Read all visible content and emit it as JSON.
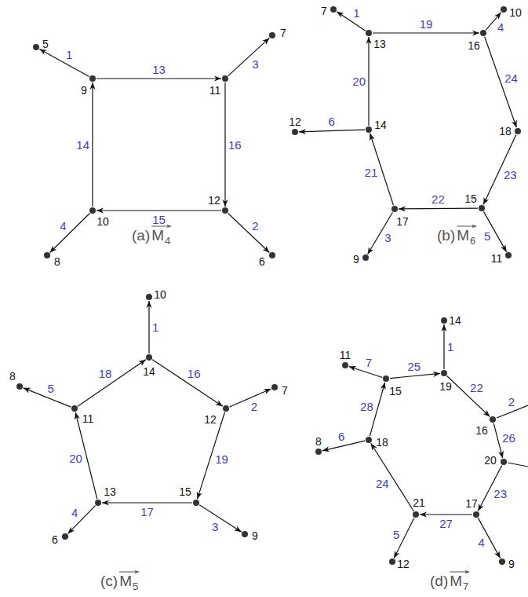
{
  "diagram": {
    "nodes": [
      {
        "text": [
          "5"
        ]
      },
      {
        "text": [
          "9"
        ]
      },
      {
        "text": [
          "11"
        ]
      },
      {
        "text": [
          "7"
        ]
      },
      {
        "text": [
          "10"
        ]
      },
      {
        "text": [
          "12"
        ]
      },
      {
        "text": [
          "8"
        ]
      },
      {
        "text": [
          "6"
        ]
      },
      {
        "text": [
          "7"
        ]
      },
      {
        "text": [
          "13"
        ]
      },
      {
        "text": [
          "16"
        ]
      },
      {
        "text": [
          "10"
        ]
      },
      {
        "text": [
          "12"
        ]
      },
      {
        "text": [
          "14"
        ]
      },
      {
        "text": [
          "18"
        ]
      },
      {
        "text": [
          "17"
        ]
      },
      {
        "text": [
          "15"
        ]
      },
      {
        "text": [
          "9"
        ]
      },
      {
        "text": [
          "11"
        ]
      },
      {
        "text": [
          "10"
        ]
      },
      {
        "text": [
          "8"
        ]
      },
      {
        "text": [
          "14"
        ]
      },
      {
        "text": [
          "11"
        ]
      },
      {
        "text": [
          "12"
        ]
      },
      {
        "text": [
          "7"
        ]
      },
      {
        "text": [
          "13"
        ]
      },
      {
        "text": [
          "15"
        ]
      },
      {
        "text": [
          "6"
        ]
      },
      {
        "text": [
          "9"
        ]
      },
      {
        "text": [
          "14"
        ]
      },
      {
        "text": [
          "11"
        ]
      },
      {
        "text": [
          "19"
        ]
      },
      {
        "text": [
          "15"
        ]
      },
      {
        "text": [
          "16"
        ]
      },
      {
        "text": [
          "8"
        ]
      },
      {
        "text": [
          "18"
        ]
      },
      {
        "text": [
          "20"
        ]
      },
      {
        "text": [
          "21"
        ]
      },
      {
        "text": [
          "17"
        ]
      },
      {
        "text": [
          "12"
        ]
      },
      {
        "text": [
          "9"
        ]
      }
    ],
    "edges": [
      {
        "from": 1,
        "to": 0,
        "arrow": "to",
        "label": "1"
      },
      {
        "from": 1,
        "to": 2,
        "arrow": "to",
        "label": "13"
      },
      {
        "from": 2,
        "to": 3,
        "arrow": "to",
        "label": "3"
      },
      {
        "from": 2,
        "to": 5,
        "arrow": "to",
        "label": "16"
      },
      {
        "from": 5,
        "to": 4,
        "arrow": "to",
        "label": "15"
      },
      {
        "from": 4,
        "to": 1,
        "arrow": "to",
        "label": "14"
      },
      {
        "from": 4,
        "to": 6,
        "arrow": "to",
        "label": "4"
      },
      {
        "from": 5,
        "to": 7,
        "arrow": "to",
        "label": "2"
      },
      {
        "from": 9,
        "to": 8,
        "arrow": "to",
        "label": "1"
      },
      {
        "from": 9,
        "to": 10,
        "arrow": "to",
        "label": "19"
      },
      {
        "from": 10,
        "to": 11,
        "arrow": "to",
        "label": "4"
      },
      {
        "from": 10,
        "to": 14,
        "arrow": "to",
        "label": "24"
      },
      {
        "from": 14,
        "to": 16,
        "arrow": "to",
        "label": "23"
      },
      {
        "from": 16,
        "to": 15,
        "arrow": "to",
        "label": "22"
      },
      {
        "from": 15,
        "to": 13,
        "arrow": "to",
        "label": "21"
      },
      {
        "from": 13,
        "to": 9,
        "arrow": "to",
        "label": "20"
      },
      {
        "from": 13,
        "to": 12,
        "arrow": "to",
        "label": "6"
      },
      {
        "from": 15,
        "to": 17,
        "arrow": "to",
        "label": "3"
      },
      {
        "from": 16,
        "to": 18,
        "arrow": "to",
        "label": "5"
      },
      {
        "from": 21,
        "to": 19,
        "arrow": "to",
        "label": "1"
      },
      {
        "from": 21,
        "to": 23,
        "arrow": "to",
        "label": "16"
      },
      {
        "from": 23,
        "to": 24,
        "arrow": "to",
        "label": "2"
      },
      {
        "from": 23,
        "to": 26,
        "arrow": "to",
        "label": "19"
      },
      {
        "from": 26,
        "to": 25,
        "arrow": "to",
        "label": "17"
      },
      {
        "from": 26,
        "to": 28,
        "arrow": "to",
        "label": "3"
      },
      {
        "from": 25,
        "to": 22,
        "arrow": "to",
        "label": "20"
      },
      {
        "from": 25,
        "to": 27,
        "arrow": "to",
        "label": "4"
      },
      {
        "from": 22,
        "to": 21,
        "arrow": "to",
        "label": "18"
      },
      {
        "from": 22,
        "to": 20,
        "arrow": "to",
        "label": "5"
      },
      {
        "from": 31,
        "to": 29,
        "arrow": "to",
        "label": "1"
      },
      {
        "from": 31,
        "to": 33,
        "arrow": "to",
        "label": "22"
      },
      {
        "from": 33,
        "to": 36,
        "arrow": "to",
        "label": "26"
      },
      {
        "from": 36,
        "to": 38,
        "arrow": "to",
        "label": "23"
      },
      {
        "from": 38,
        "to": 37,
        "arrow": "to",
        "label": "27"
      },
      {
        "from": 37,
        "to": 35,
        "arrow": "to",
        "label": "24"
      },
      {
        "from": 35,
        "to": 32,
        "arrow": "to",
        "label": "28"
      },
      {
        "from": 32,
        "to": 31,
        "arrow": "to",
        "label": "25"
      },
      {
        "from": 32,
        "to": 30,
        "arrow": "to",
        "label": "7"
      },
      {
        "from": 35,
        "to": 34,
        "arrow": "to",
        "label": "6"
      },
      {
        "from": 38,
        "to": 40,
        "arrow": "to",
        "label": "4"
      },
      {
        "from": 37,
        "to": 39,
        "arrow": "to",
        "label": "5"
      }
    ],
    "labels": [
      "(a)",
      "M",
      "4",
      "(b)",
      "M",
      "6",
      "(c)",
      "M",
      "5",
      "(d)",
      "M",
      "7",
      "2"
    ]
  }
}
